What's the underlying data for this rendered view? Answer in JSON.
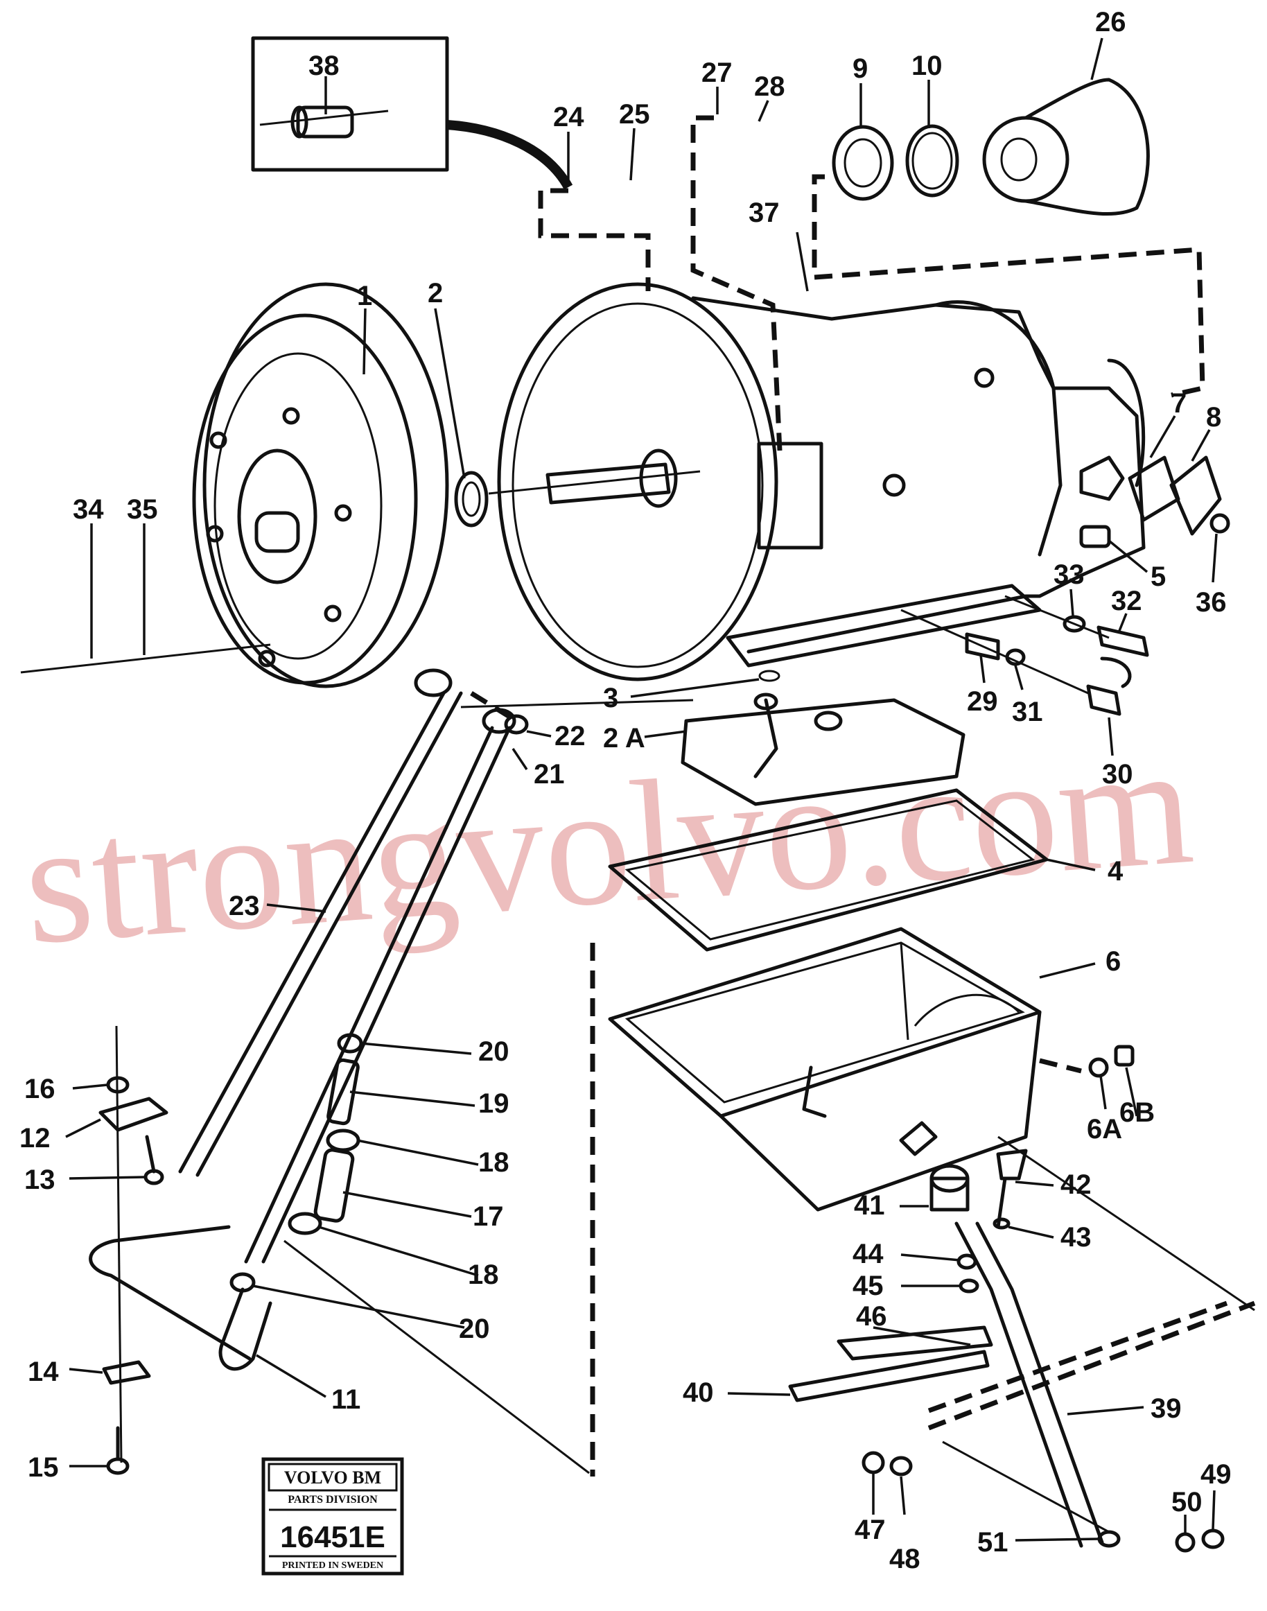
{
  "watermark": "strongvolvo.com",
  "badge": {
    "brand": "VOLVO BM",
    "division": "PARTS DIVISION",
    "number": "16451E",
    "printed": "PRINTED IN SWEDEN"
  },
  "callouts": [
    "38",
    "27",
    "28",
    "24",
    "25",
    "9",
    "10",
    "26",
    "37",
    "1",
    "2",
    "34",
    "35",
    "7",
    "8",
    "5",
    "36",
    "33",
    "32",
    "29",
    "31",
    "30",
    "3",
    "2 A",
    "22",
    "21",
    "4",
    "23",
    "6",
    "20",
    "19",
    "18",
    "17",
    "16",
    "12",
    "13",
    "6A",
    "6B",
    "41",
    "42",
    "43",
    "44",
    "45",
    "46",
    "40",
    "39",
    "14",
    "11",
    "15",
    "47",
    "48",
    "51",
    "50",
    "49"
  ]
}
